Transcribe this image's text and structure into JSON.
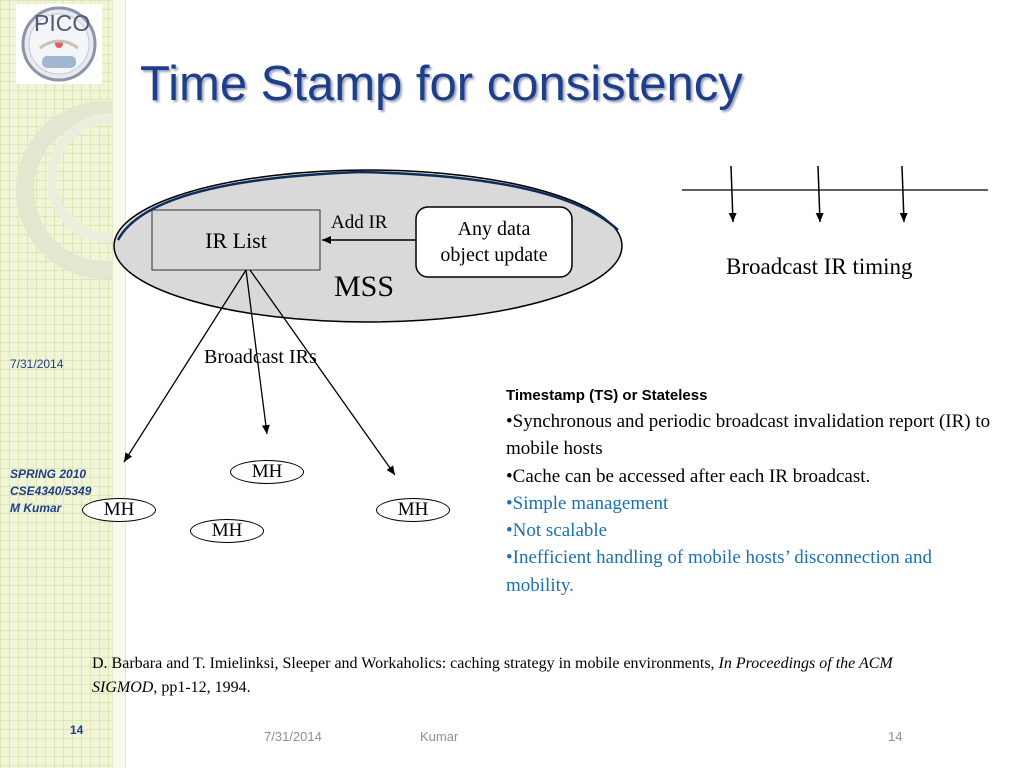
{
  "slide": {
    "title": "Time Stamp for consistency",
    "logo_text": "PICO",
    "sidebar": {
      "date": "7/31/2014",
      "course_line1": "SPRING 2010",
      "course_line2": "CSE4340/5349",
      "course_line3": "M Kumar",
      "page_number": "14"
    },
    "footer": {
      "date": "7/31/2014",
      "author": "Kumar",
      "page": "14"
    }
  },
  "diagram": {
    "ir_list_label": "IR List",
    "add_ir_label": "Add IR",
    "update_box_line1": "Any data",
    "update_box_line2": "object update",
    "mss_label": "MSS",
    "broadcast_irs_label": "Broadcast IRs",
    "mobile_hosts": [
      "MH",
      "MH",
      "MH",
      "MH"
    ],
    "timing_label": "Broadcast IR timing"
  },
  "notes": {
    "heading": "Timestamp (TS) or Stateless",
    "bullets": [
      "•Synchronous  and periodic broadcast invalidation report (IR) to mobile hosts",
      "•Cache can be accessed after each IR broadcast.",
      "•Simple management",
      "•Not scalable",
      "•Inefficient handling of mobile hosts’ disconnection and mobility."
    ],
    "bullet_colors": [
      "#000000",
      "#000000",
      "#1b6fb5",
      "#1b6fb5",
      "#1b6fb5"
    ]
  },
  "reference": {
    "part1": "D. Barbara and T. Imielinksi,  Sleeper and Workaholics: caching strategy in mobile environments,  ",
    "part2_italic": "In Proceedings of the ACM SIGMOD",
    "part3": ", pp1-12, 1994."
  },
  "colors": {
    "title": "#1f3e8a",
    "accent_blue": "#1b6fb5",
    "mss_fill": "#d9d9d9",
    "sidebar": "#f1f5d8"
  }
}
